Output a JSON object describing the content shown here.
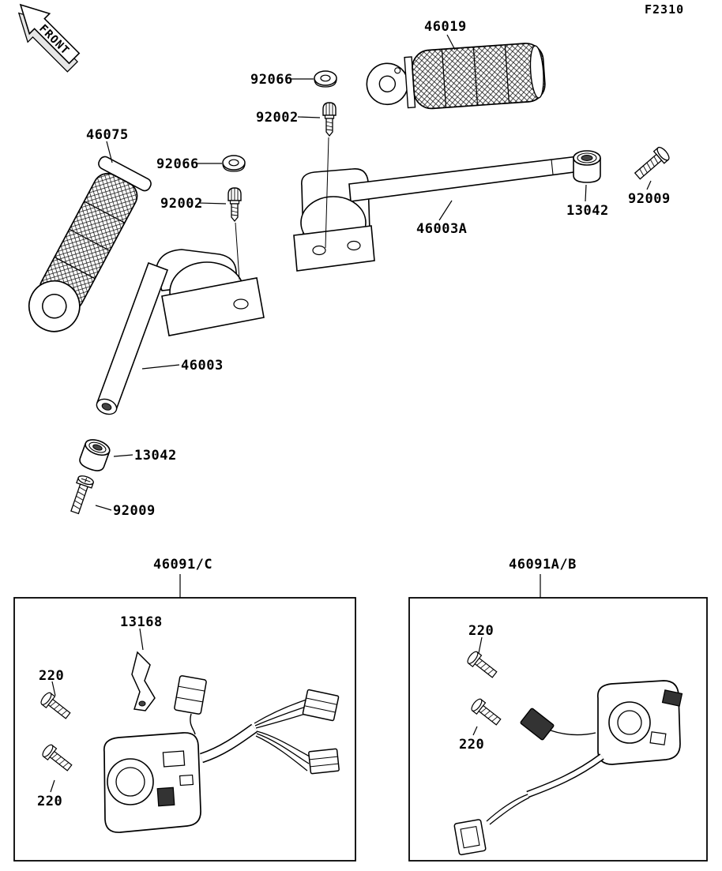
{
  "figure": {
    "code": "F2310",
    "front_label": "FRONT"
  },
  "callouts": {
    "throttle_grip": "46019",
    "washer_top": "92066",
    "screw_top": "92002",
    "left_grip": "46075",
    "washer_mid": "92066",
    "screw_mid": "92002",
    "handlebar_right": "46003A",
    "end_cap_right": "13042",
    "bolt_right": "92009",
    "handlebar_left": "46003",
    "end_cap_left": "13042",
    "bolt_left": "92009"
  },
  "switch_assemblies": {
    "left_box_label": "46091/C",
    "right_box_label": "46091A/B",
    "bracket": "13168",
    "left_bolt_top": "220",
    "left_bolt_bottom": "220",
    "right_bolt_top": "220",
    "right_bolt_bottom": "220"
  }
}
